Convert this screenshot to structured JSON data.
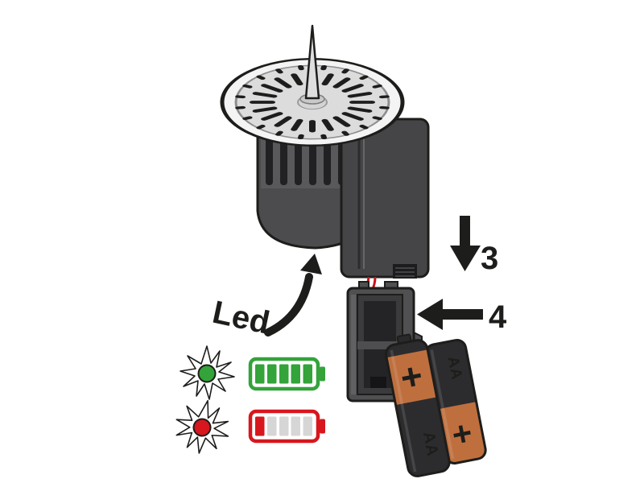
{
  "diagram": {
    "labels": {
      "led": "Led",
      "step_3": "3",
      "step_4": "4"
    },
    "battery": {
      "type_label": "AA",
      "plus": "+"
    },
    "indicators": {
      "full": {
        "color": "#33a33a",
        "bars_filled": 5,
        "bars_total": 5
      },
      "low": {
        "color": "#d8161d",
        "bars_filled": 1,
        "bars_total": 5
      }
    },
    "colors": {
      "outline": "#1d1d1b",
      "device_body": "#4c4c4e",
      "device_dark": "#3a3a3c",
      "disc_face": "#dcdcdd",
      "copper": "#bf6f3e",
      "battery_body": "#2c2c2e",
      "wire_red": "#cc1216",
      "empty_bar": "#d6d6d6",
      "arrow_black": "#1d1d1b"
    }
  }
}
